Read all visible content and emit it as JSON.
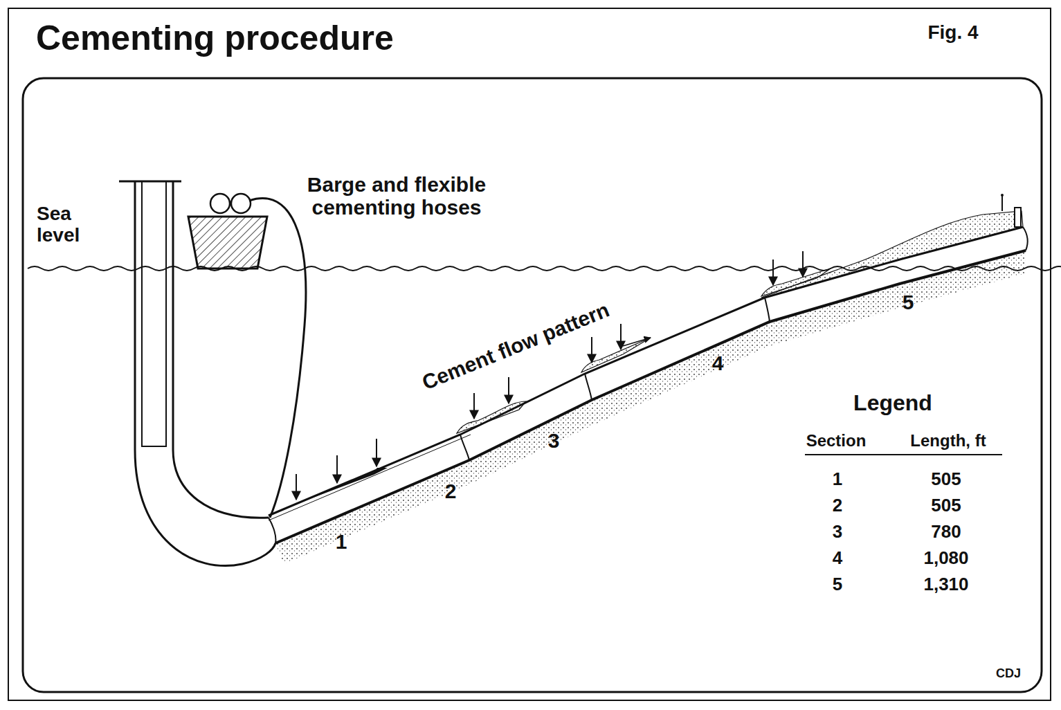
{
  "diagram": {
    "title": "Cementing procedure",
    "labels": [
      "Fig. 4",
      "Sea level",
      "Barge and flexible cementing hoses",
      "Cement flow pattern",
      "1",
      "2",
      "3",
      "4",
      "5",
      "Legend",
      "Section",
      "Length, ft",
      "1",
      "505",
      "2",
      "505",
      "3",
      "780",
      "4",
      "1,080",
      "5",
      "1,310",
      "CDJ"
    ]
  }
}
